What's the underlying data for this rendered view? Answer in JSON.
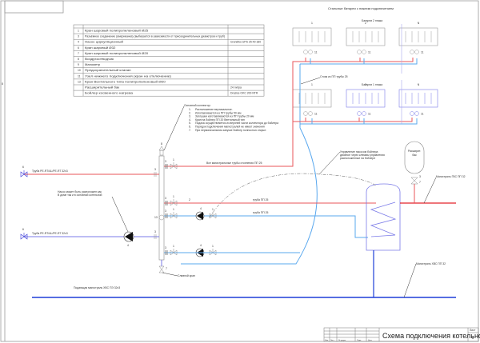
{
  "colors": {
    "supply": "#e8555a",
    "return": "#5aa8ee",
    "cold_water": "#1f3fd8",
    "hot_water": "#e3232a",
    "equipment": "#7b7be8",
    "frame": "#888888"
  },
  "spec_table": {
    "rows": [
      {
        "pos": "1",
        "name": "Кран шаровый полипропиленовый Ø25",
        "note": ""
      },
      {
        "pos": "3",
        "name": "Разъёмное соединение (американка) (выбирается в зависимости от присоединительных диаметров и труб)",
        "note": ""
      },
      {
        "pos": "4",
        "name": "Насос циркуляционный",
        "note": "Grundfos UPS 25-40 180"
      },
      {
        "pos": "6",
        "name": "Кран шаровый Ø32",
        "note": ""
      },
      {
        "pos": "7",
        "name": "Кран шаровый полипропиленовый Ø20",
        "note": ""
      },
      {
        "pos": "8",
        "name": "Воздухоотводчик",
        "note": ""
      },
      {
        "pos": "9",
        "name": "Манометр",
        "note": ""
      },
      {
        "pos": "10",
        "name": "Предохранительный клапан",
        "note": ""
      },
      {
        "pos": "11",
        "name": "Узел нижнего подключения (кран на отключение)",
        "note": ""
      },
      {
        "pos": "13",
        "name": "Кран Вентильного типа полипропиленовый Ø20",
        "note": ""
      },
      {
        "pos": "",
        "name": "Расширительный бак",
        "note": "24 литра"
      },
      {
        "pos": "",
        "name": "Бойлер косвенного нагрева",
        "note": "Drazice OKC 200 NTR"
      }
    ]
  },
  "collector_note": {
    "title": "Основной коллектор:",
    "items": [
      {
        "n": "1.",
        "text": "Расположение вертикальное."
      },
      {
        "n": "2.",
        "text": "Изготавливается из ПП трубы 50 мм"
      },
      {
        "n": "3.",
        "text": "Заглушки изготавливаются из ПП трубы 20 мм"
      },
      {
        "n": "4.",
        "text": "Кран на бойлер ПП 20 Вентильный тип"
      },
      {
        "n": "5.",
        "text": "Подача осуществляется из верхней части коллектора до бойлера"
      },
      {
        "n": "6.",
        "text": "Порядок подключения магистралей не имеет значения"
      },
      {
        "n": "7.",
        "text": "При первоначальном запуске бойлер полностью открыт."
      }
    ]
  },
  "radiators": {
    "header": "Стальные батареи с нижним подключением",
    "floor2_label": "Батареи 2 этажа",
    "floor1_label": "Батареи 1 этажа",
    "numbers": [
      "1",
      "2",
      "N"
    ],
    "valve_label": "11"
  },
  "labels": {
    "riser": "Стояк из ПП трубы 25",
    "main_pipes": "Все магистральные трубы отопления ПП 25",
    "pipe_pp25_a": "труба ПП 25",
    "pipe_pp25_b": "труба ПП 25",
    "pipe_in_top": "Труба PE-RT/AL/PE-RT 32х3",
    "pipe_in_bottom": "Труба PE-RT/AL/PE-RT 32х3",
    "pump_note_line1": "Насос может быть расположен как",
    "pump_note_line2": "В доме так и в основной котельной",
    "boiler_pump_note_line1": "Управление насосом бойлера",
    "boiler_pump_note_line2": "двойное через клеммы управления",
    "boiler_pump_note_line3": "расположенные на бойлере",
    "exp_tank_line1": "Расширит.",
    "exp_tank_line2": "бак",
    "hot_water_main": "Магистраль ГВС ПП 32",
    "cold_water_main_right": "Магистраль ХВС ПП 32",
    "cold_water_supply": "Подающая магистраль ХВС ПЭ 32х3",
    "drain_valve": "Сливной кран"
  },
  "markers": {
    "valve1": "1",
    "union": "3",
    "pump": "4",
    "valve6": "6",
    "valve7": "7",
    "air_vent": "8",
    "manometer": "9",
    "safety": "10",
    "valve13": "13",
    "num2": "2"
  },
  "title_block": {
    "title": "Схема подключения котельной",
    "sheet_label": "Лист",
    "sheet_number": "6",
    "cols": [
      "Изм.",
      "Лист",
      "№ докум.",
      "Подп.",
      "Дата"
    ]
  },
  "frame": {
    "side_mark": "8"
  }
}
